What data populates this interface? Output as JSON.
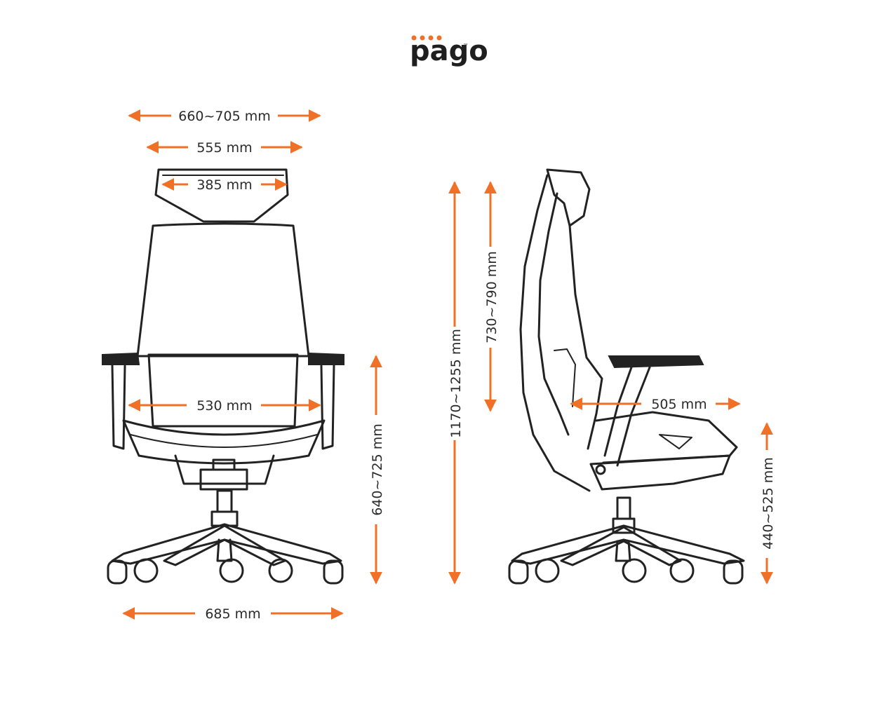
{
  "brand": {
    "name": "pago",
    "trademark": "™",
    "accent_color": "#f07028"
  },
  "dimensions": {
    "front_overall_width": "660~705 mm",
    "front_back_width": "555 mm",
    "front_headrest_width": "385 mm",
    "front_seat_width": "530 mm",
    "front_base_width": "685 mm",
    "front_arm_height": "640~725 mm",
    "side_total_height": "1170~1255 mm",
    "side_back_height": "730~790 mm",
    "side_seat_depth": "505 mm",
    "side_seat_height": "440~525 mm"
  }
}
